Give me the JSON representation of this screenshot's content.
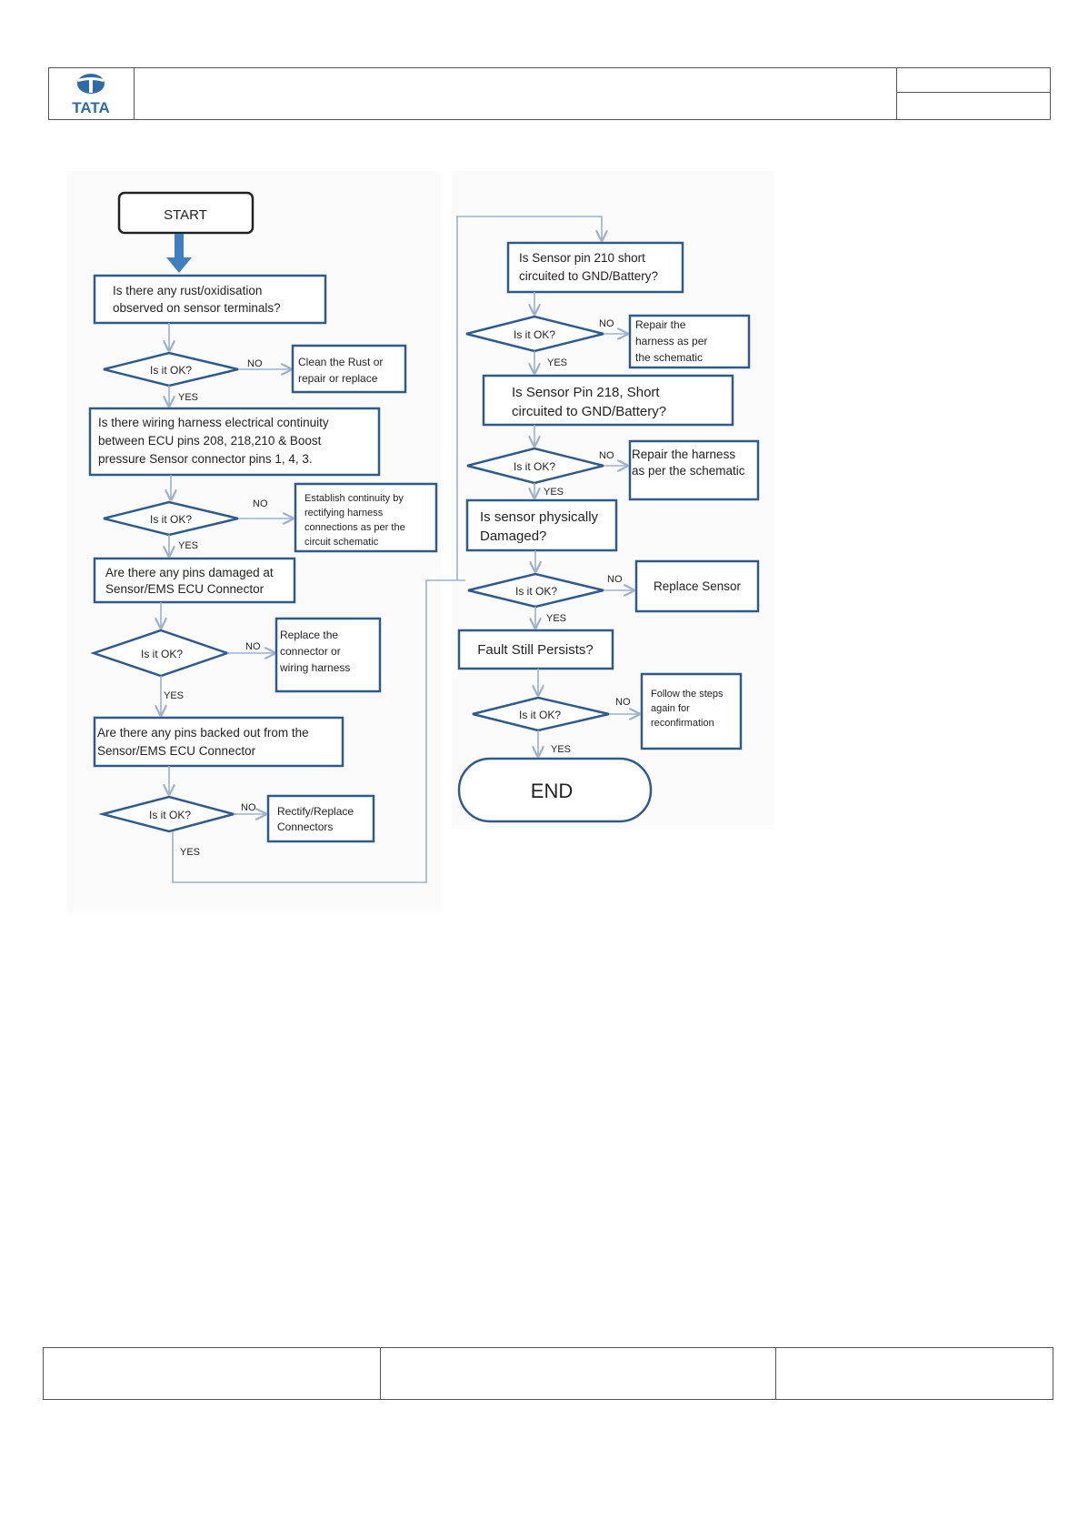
{
  "header": {
    "logo_text": "TATA"
  },
  "flowchart": {
    "start": "START",
    "end": "END",
    "steps": {
      "rust_1": "Is there any rust/oxidisation",
      "rust_2": "observed on sensor terminals?",
      "cont_1": "Is there wiring harness electrical continuity",
      "cont_2": "between ECU pins 208, 218,210 & Boost",
      "cont_3": "pressure Sensor connector pins 1, 4, 3.",
      "pins_dmg_1": "Are there any pins damaged at",
      "pins_dmg_2": "Sensor/EMS ECU Connector",
      "backed_1": "Are there any pins backed out from the",
      "backed_2": "Sensor/EMS ECU Connector",
      "p210_1": "Is Sensor pin 210 short",
      "p210_2": "circuited to GND/Battery?",
      "p218_1": "Is Sensor Pin 218, Short",
      "p218_2": "circuited to GND/Battery?",
      "phys_1": "Is sensor physically",
      "phys_2": "Damaged?",
      "fault": "Fault Still Persists?"
    },
    "decision": "Is it OK?",
    "yes": "YES",
    "no": "NO",
    "actions": {
      "clean_1": "Clean the Rust or",
      "clean_2": "repair or replace",
      "est_1": "Establish continuity by",
      "est_2": "rectifying harness",
      "est_3": "connections as per the",
      "est_4": "circuit schematic",
      "repl_conn_1": "Replace the",
      "repl_conn_2": "connector or",
      "repl_conn_3": "wiring harness",
      "rectify_1": "Rectify/Replace",
      "rectify_2": "Connectors",
      "repair1_1": "Repair the",
      "repair1_2": "harness as per",
      "repair1_3": "the schematic",
      "repair2_1": "Repair the harness",
      "repair2_2": "as per the schematic",
      "replace_sensor": "Replace Sensor",
      "follow_1": "Follow the steps",
      "follow_2": "again for",
      "follow_3": "reconfirmation"
    }
  }
}
